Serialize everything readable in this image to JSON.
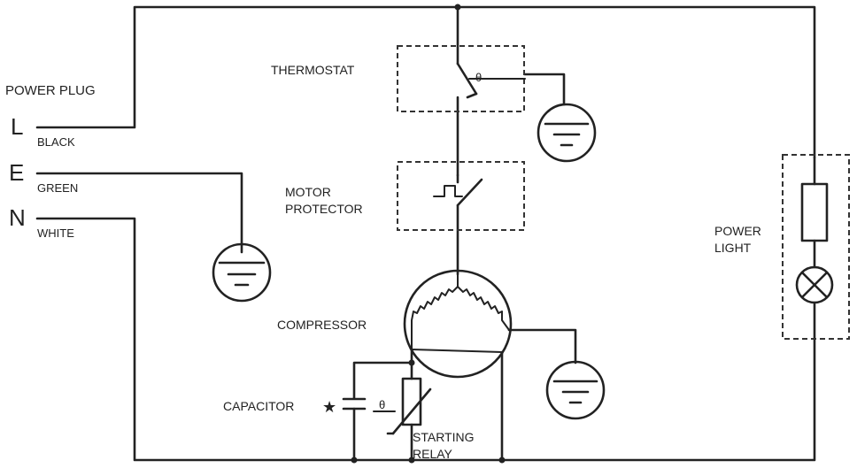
{
  "labels": {
    "power_plug": "POWER  PLUG",
    "line_letter": "L",
    "earth_letter": "E",
    "neutral_letter": "N",
    "black": "BLACK",
    "green": "GREEN",
    "white": "WHITE",
    "thermostat": "THERMOSTAT",
    "motor_protector_1": "MOTOR",
    "motor_protector_2": "PROTECTOR",
    "compressor": "COMPRESSOR",
    "capacitor": "CAPACITOR",
    "capacitor_mark": "★",
    "starting_relay_1": "STARTING",
    "starting_relay_2": "RELAY",
    "power_light_1": "POWER",
    "power_light_2": "LIGHT",
    "theta_thermostat": "θ",
    "theta_relay": "θ"
  }
}
